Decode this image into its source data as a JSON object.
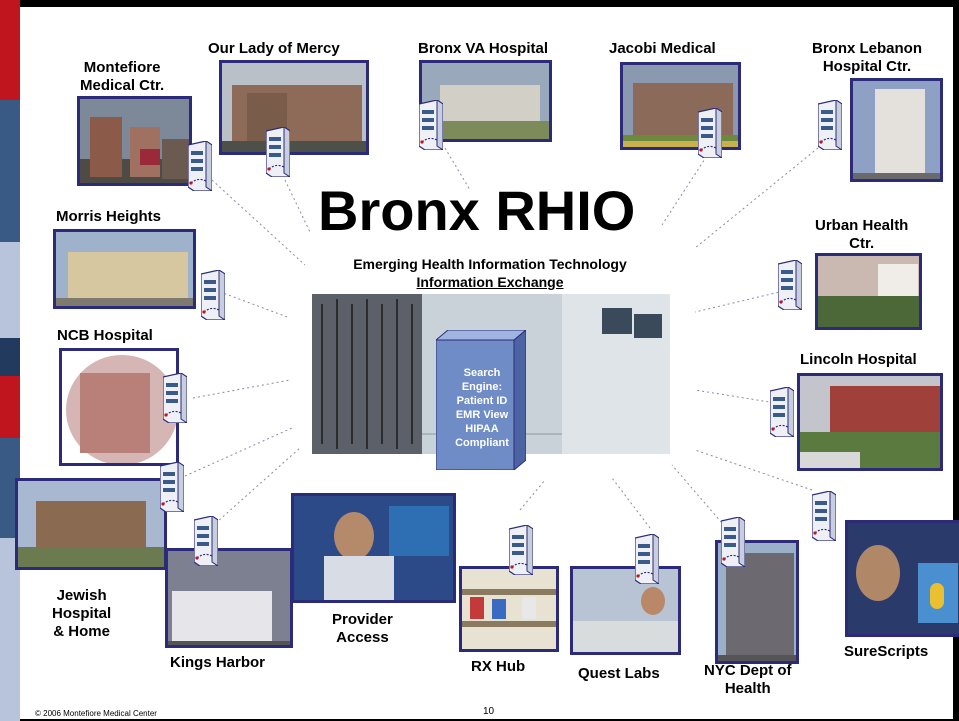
{
  "slide": {
    "title": "Bronx RHIO",
    "subtitle_line1": "Emerging Health Information Technology",
    "subtitle_line2": "Information Exchange",
    "search_engine_text": "Search\nEngine:\nPatient ID\nEMR View\nHIPAA\nCompliant",
    "footer": "© 2006 Montefiore Medical Center",
    "page_number": "10"
  },
  "nodes": {
    "montefiore": "Montefiore\nMedical Ctr.",
    "our_lady": "Our Lady of Mercy",
    "bronx_va": "Bronx VA Hospital",
    "jacobi": "Jacobi Medical",
    "bronx_lebanon": "Bronx Lebanon\nHospital Ctr.",
    "morris_heights": "Morris Heights",
    "urban_health": "Urban Health\nCtr.",
    "ncb": "NCB Hospital",
    "lincoln": "Lincoln Hospital",
    "jewish": "Jewish\nHospital\n& Home",
    "kings_harbor": "Kings Harbor",
    "provider": "Provider\nAccess",
    "rx_hub": "RX Hub",
    "quest": "Quest Labs",
    "nyc_dept": "NYC Dept of\nHealth",
    "surescripts": "SureScripts"
  },
  "colors": {
    "sidebar_red": "#c0141e",
    "sidebar_blue": "#3a5a86",
    "sidebar_navy": "#223a5e",
    "sidebar_light": "#b8c4dc",
    "photo_border": "#2b2b7a",
    "engine_face": "#6f8cc6"
  }
}
